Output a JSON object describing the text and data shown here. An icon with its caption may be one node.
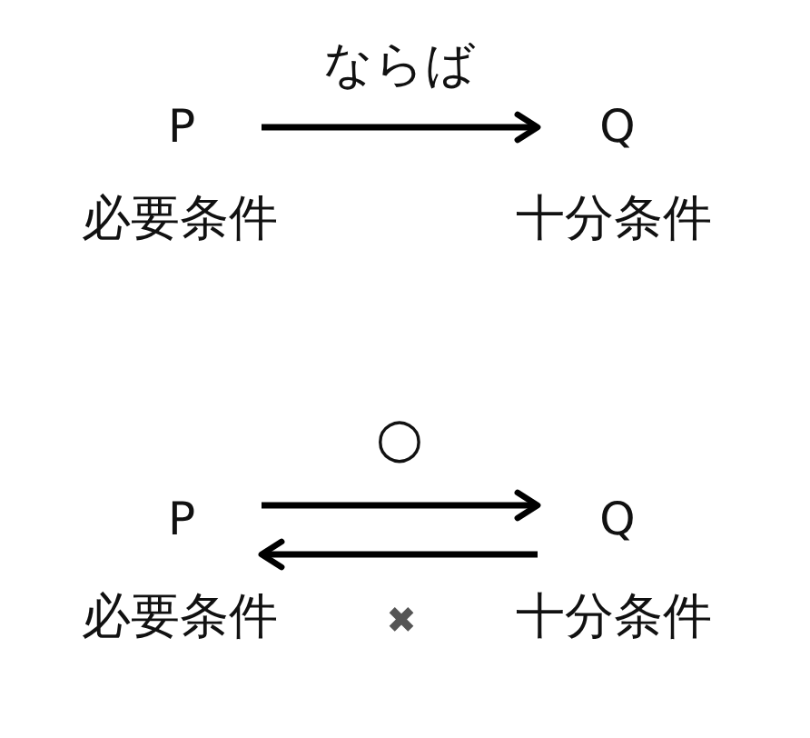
{
  "diagram": {
    "nodes": [
      {
        "text": [
          "P"
        ],
        "beside": [
          "必要条件"
        ]
      },
      {
        "text": [
          "Q"
        ],
        "beside": [
          "十分条件"
        ]
      },
      {
        "text": [
          "P"
        ],
        "beside": [
          "必要条件"
        ]
      },
      {
        "text": [
          "Q"
        ],
        "beside": [
          "十分条件"
        ]
      }
    ],
    "edges": [
      {
        "from": 0,
        "to": 1,
        "arrow": "to",
        "label": "ならば"
      },
      {
        "from": 2,
        "to": 3,
        "arrow": "to",
        "label": "○"
      },
      {
        "from": 3,
        "to": 2,
        "arrow": "to",
        "label": "✖"
      }
    ]
  }
}
